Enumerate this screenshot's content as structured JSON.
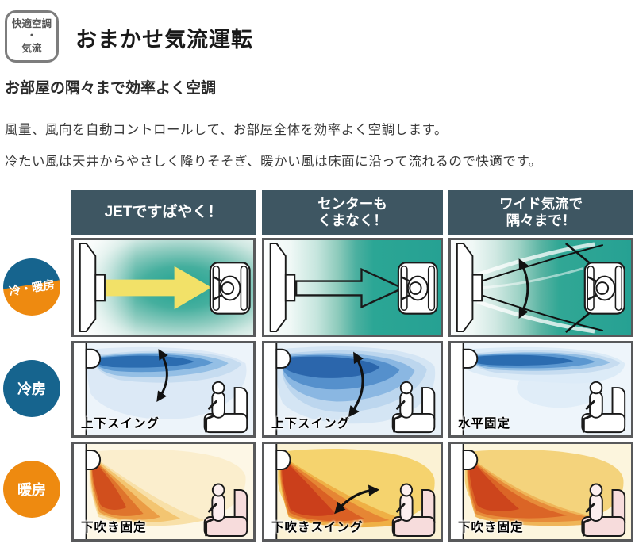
{
  "badge": {
    "label": "快適空調\n・\n気流"
  },
  "title": "おまかせ気流運転",
  "subtitle": "お部屋の隅々まで効率よく空調",
  "body": {
    "line1": "風量、風向を自動コントロールして、お部屋全体を効率よく空調します。",
    "line2": "冷たい風は天井からやさしく降りそそぎ、暖かい風は床面に沿って流れるので快適です。"
  },
  "matrix": {
    "column_headers": [
      "JETですばやく！",
      "センターも\nくまなく！",
      "ワイド気流で\n隅々まで！"
    ],
    "row_headers": [
      "冷・暖房",
      "冷房",
      "暖房"
    ],
    "captions": {
      "cooling": [
        "上下スイング",
        "上下スイング",
        "水平固定"
      ],
      "heating": [
        "下吹き固定",
        "下吹きスイング",
        "下吹き固定"
      ]
    }
  },
  "colors": {
    "header_bg": "#3e5662",
    "cool_blue": "#16648e",
    "heat_orange": "#ee8a10",
    "teal": "#26a193",
    "jet_arrow_yellow": "#f2e168",
    "cell_border": "#58595b"
  }
}
